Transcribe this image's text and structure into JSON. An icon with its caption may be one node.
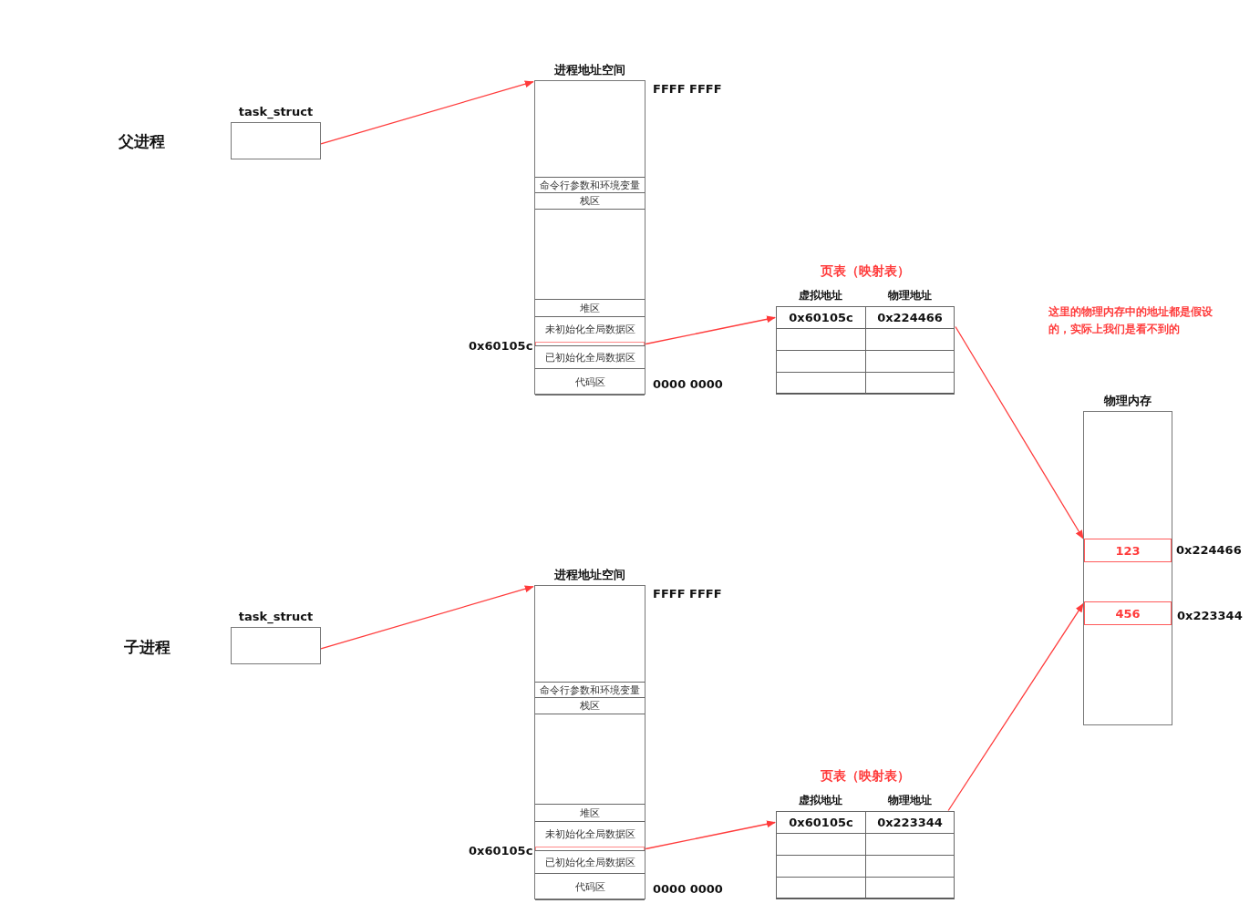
{
  "diagram": {
    "nodes": [
      {
        "text": [
          "task_struct"
        ]
      },
      {
        "text": [
          "进程地址空间"
        ],
        "beside": [
          "FFFF FFFF",
          "0000 0000"
        ]
      },
      {
        "text": [
          "命令行参数和环境变量"
        ],
        "in": 1
      },
      {
        "text": [
          "栈区"
        ],
        "in": 1
      },
      {
        "text": [
          "堆区"
        ],
        "in": 1
      },
      {
        "text": [
          "未初始化全局数据区"
        ],
        "in": 1
      },
      {
        "text": [],
        "shape": "bar",
        "in": 1,
        "beside": [
          "0x60105c"
        ]
      },
      {
        "text": [
          "已初始化全局数据区"
        ],
        "in": 1
      },
      {
        "text": [
          "代码区"
        ],
        "in": 1
      },
      {
        "text": [
          "页表（映射表）",
          "虚拟地址",
          "物理地址"
        ]
      },
      {
        "text": [
          "0x60105c"
        ],
        "in": 9
      },
      {
        "text": [
          "0x224466"
        ],
        "in": 9
      },
      {
        "text": [
          "物理内存"
        ]
      },
      {
        "text": [
          "123"
        ],
        "in": 12,
        "beside": [
          "0x224466"
        ]
      },
      {
        "text": [
          "456"
        ],
        "in": 12,
        "beside": [
          "0x223344"
        ]
      },
      {
        "text": [
          "task_struct"
        ]
      },
      {
        "text": [
          "进程地址空间"
        ],
        "beside": [
          "FFFF FFFF",
          "0000 0000"
        ]
      },
      {
        "text": [
          "命令行参数和环境变量"
        ],
        "in": 16
      },
      {
        "text": [
          "栈区"
        ],
        "in": 16
      },
      {
        "text": [
          "堆区"
        ],
        "in": 16
      },
      {
        "text": [
          "未初始化全局数据区"
        ],
        "in": 16
      },
      {
        "text": [],
        "shape": "bar",
        "in": 16,
        "beside": [
          "0x60105c"
        ]
      },
      {
        "text": [
          "已初始化全局数据区"
        ],
        "in": 16
      },
      {
        "text": [
          "代码区"
        ],
        "in": 16
      },
      {
        "text": [
          "页表（映射表）",
          "虚拟地址",
          "物理地址"
        ]
      },
      {
        "text": [
          "0x60105c"
        ],
        "in": 24
      },
      {
        "text": [
          "0x223344"
        ],
        "in": 24
      },
      {
        "text": [],
        "shape": "box",
        "in": 9
      },
      {
        "text": [],
        "shape": "box",
        "in": 9
      },
      {
        "text": [],
        "shape": "box",
        "in": 9
      },
      {
        "text": [],
        "shape": "box",
        "in": 9
      },
      {
        "text": [],
        "shape": "box",
        "in": 9
      },
      {
        "text": [],
        "shape": "box",
        "in": 9
      },
      {
        "text": [],
        "shape": "box",
        "in": 24
      },
      {
        "text": [],
        "shape": "box",
        "in": 24
      },
      {
        "text": [],
        "shape": "box",
        "in": 24
      },
      {
        "text": [],
        "shape": "box",
        "in": 24
      },
      {
        "text": [],
        "shape": "box",
        "in": 24
      },
      {
        "text": [],
        "shape": "box",
        "in": 24
      }
    ],
    "edges": [
      {
        "from": 0,
        "to": 1,
        "arrow": "to"
      },
      {
        "from": 6,
        "to": 10,
        "arrow": "to"
      },
      {
        "from": 11,
        "to": 13,
        "arrow": "to"
      },
      {
        "from": 15,
        "to": 16,
        "arrow": "to"
      },
      {
        "from": 21,
        "to": 25,
        "arrow": "to"
      },
      {
        "from": 26,
        "to": 14,
        "arrow": "to"
      }
    ],
    "labels": [
      "父进程",
      "这里的物理内存中的地址都是假设的，实际上我们是看不到的",
      "子进程"
    ]
  }
}
